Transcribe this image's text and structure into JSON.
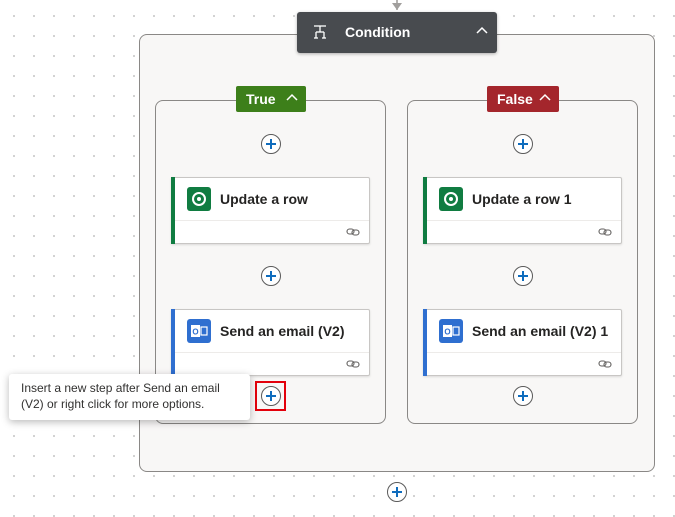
{
  "condition": {
    "title": "Condition",
    "icon": "condition-icon"
  },
  "branches": {
    "true": {
      "label": "True",
      "color": "#3d7f1a"
    },
    "false": {
      "label": "False",
      "color": "#a4262c"
    }
  },
  "cards": {
    "true_update": {
      "title": "Update a row",
      "icon": "dataverse-icon",
      "accent": "#107c41"
    },
    "true_email": {
      "title": "Send an email (V2)",
      "icon": "outlook-icon",
      "accent": "#2f6fd0"
    },
    "false_update": {
      "title": "Update a row 1",
      "icon": "dataverse-icon",
      "accent": "#107c41"
    },
    "false_email": {
      "title": "Send an email (V2) 1",
      "icon": "outlook-icon",
      "accent": "#2f6fd0"
    }
  },
  "tooltip": {
    "text": "Insert a new step after Send an email (V2) or right click for more options."
  }
}
